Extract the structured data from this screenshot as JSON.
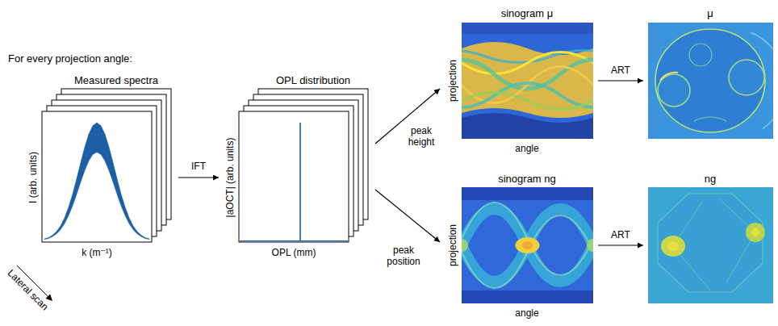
{
  "diagram": {
    "nodes": [
      {
        "text": [
          "Measured spectra",
          "I (arb. units)",
          "k (m⁻¹)"
        ]
      },
      {
        "text": [
          "OPL distribution",
          "|aOCT| (arb. units)",
          "OPL (mm)"
        ]
      },
      {
        "text": [
          "sinogram μ",
          "projection",
          "angle"
        ]
      },
      {
        "text": [
          "μ"
        ]
      },
      {
        "text": [
          "sinogram ng",
          "projection",
          "angle"
        ]
      },
      {
        "text": [
          "ng"
        ]
      }
    ],
    "edges": [
      {
        "from": 0,
        "to": 1,
        "arrow": "to",
        "label": "IFT"
      },
      {
        "from": 1,
        "to": 2,
        "arrow": "to",
        "label": "peak height"
      },
      {
        "from": 1,
        "to": 4,
        "arrow": "to",
        "label": "peak position"
      },
      {
        "from": 2,
        "to": 3,
        "arrow": "to",
        "label": "ART"
      },
      {
        "from": 4,
        "to": 5,
        "arrow": "to",
        "label": "ART"
      }
    ],
    "labels": [
      "For every projection angle:",
      "Lateral scan"
    ]
  }
}
